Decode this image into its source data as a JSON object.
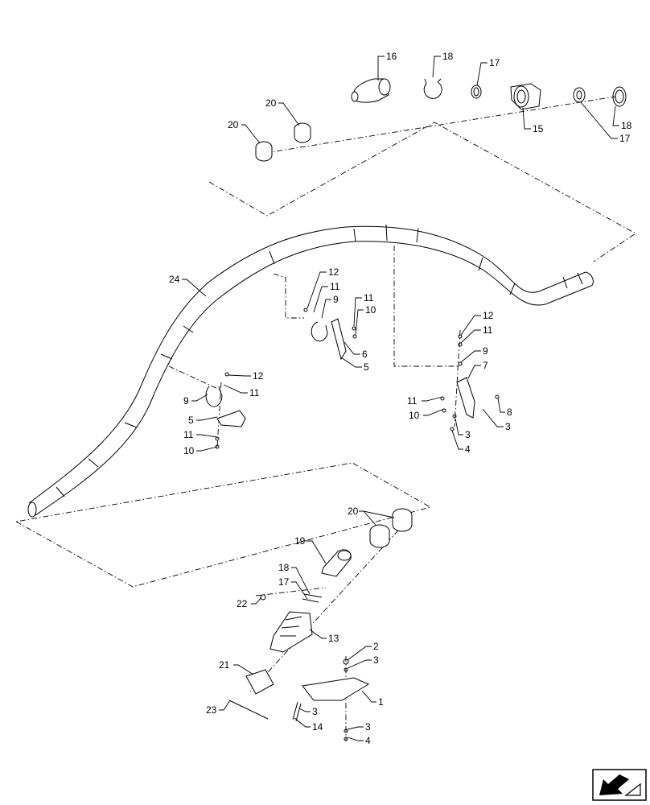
{
  "diagram": {
    "colors": {
      "line": "#000000",
      "background": "#ffffff"
    },
    "callouts": [
      {
        "id": "c16",
        "text": "16"
      },
      {
        "id": "c18a",
        "text": "18"
      },
      {
        "id": "c17a",
        "text": "17"
      },
      {
        "id": "c15",
        "text": "15"
      },
      {
        "id": "c18b",
        "text": "18"
      },
      {
        "id": "c17b",
        "text": "17"
      },
      {
        "id": "c20a",
        "text": "20"
      },
      {
        "id": "c20b",
        "text": "20"
      },
      {
        "id": "c24",
        "text": "24"
      },
      {
        "id": "c12a",
        "text": "12"
      },
      {
        "id": "c11a",
        "text": "11"
      },
      {
        "id": "c9a",
        "text": "9"
      },
      {
        "id": "c11b",
        "text": "11"
      },
      {
        "id": "c10a",
        "text": "10"
      },
      {
        "id": "c6",
        "text": "6"
      },
      {
        "id": "c5a",
        "text": "5"
      },
      {
        "id": "c12b",
        "text": "12"
      },
      {
        "id": "c11c",
        "text": "11"
      },
      {
        "id": "c9b",
        "text": "9"
      },
      {
        "id": "c5b",
        "text": "5"
      },
      {
        "id": "c11d",
        "text": "11"
      },
      {
        "id": "c10b",
        "text": "10"
      },
      {
        "id": "c12c",
        "text": "12"
      },
      {
        "id": "c11e",
        "text": "11"
      },
      {
        "id": "c9c",
        "text": "9"
      },
      {
        "id": "c7",
        "text": "7"
      },
      {
        "id": "c11f",
        "text": "11"
      },
      {
        "id": "c10c",
        "text": "10"
      },
      {
        "id": "c8",
        "text": "8"
      },
      {
        "id": "c3a",
        "text": "3"
      },
      {
        "id": "c3b",
        "text": "3"
      },
      {
        "id": "c4a",
        "text": "4"
      },
      {
        "id": "c20c",
        "text": "20"
      },
      {
        "id": "c19",
        "text": "19"
      },
      {
        "id": "c18c",
        "text": "18"
      },
      {
        "id": "c17c",
        "text": "17"
      },
      {
        "id": "c22",
        "text": "22"
      },
      {
        "id": "c13",
        "text": "13"
      },
      {
        "id": "c2",
        "text": "2"
      },
      {
        "id": "c3c",
        "text": "3"
      },
      {
        "id": "c21",
        "text": "21"
      },
      {
        "id": "c1",
        "text": "1"
      },
      {
        "id": "c23",
        "text": "23"
      },
      {
        "id": "c3d",
        "text": "3"
      },
      {
        "id": "c14",
        "text": "14"
      },
      {
        "id": "c3e",
        "text": "3"
      },
      {
        "id": "c4b",
        "text": "4"
      }
    ],
    "nav_icon": "arrow-icon"
  }
}
